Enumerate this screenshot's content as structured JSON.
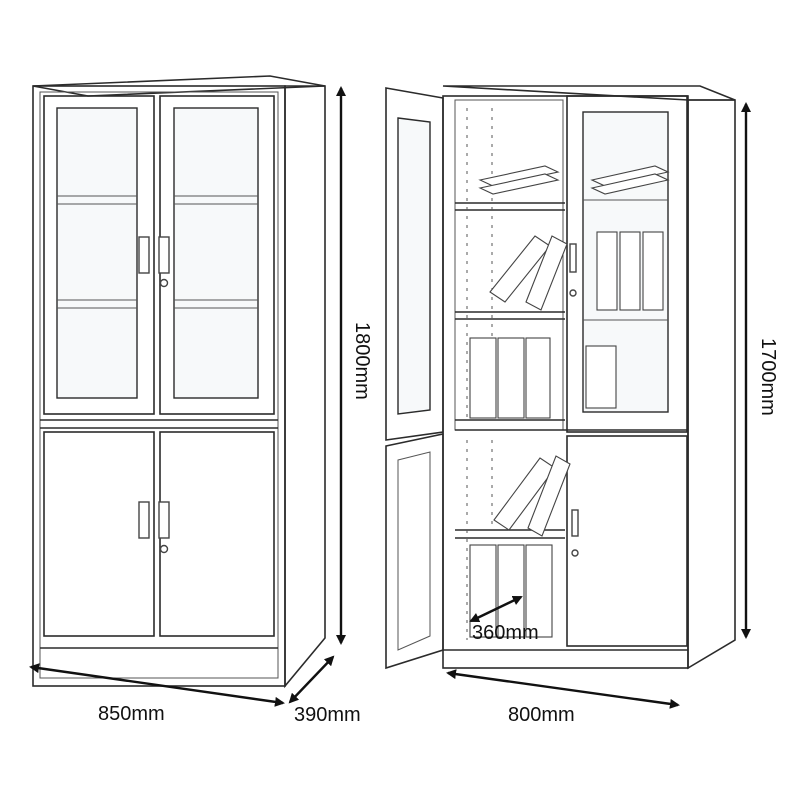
{
  "dimensions": {
    "front_width": "850mm",
    "front_depth": "390mm",
    "front_height": "1800mm",
    "inner_height": "1700mm",
    "inner_width": "800mm",
    "inner_depth": "360mm"
  },
  "colors": {
    "outline": "#2b2b2b",
    "arrow": "#111111",
    "background": "#ffffff"
  }
}
